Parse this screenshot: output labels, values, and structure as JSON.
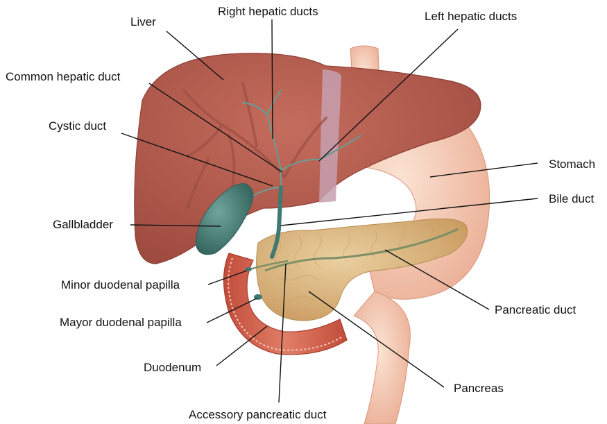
{
  "diagram": {
    "labels": {
      "liver": "Liver",
      "right_hepatic_ducts": "Right hepatic ducts",
      "left_hepatic_ducts": "Left hepatic ducts",
      "common_hepatic_duct": "Common hepatic duct",
      "cystic_duct": "Cystic duct",
      "stomach": "Stomach",
      "bile_duct": "Bile duct",
      "gallbladder": "Gallbladder",
      "minor_duodenal_papilla": "Minor duodenal papilla",
      "mayor_duodenal_papilla": "Mayor duodenal papilla",
      "pancreatic_duct": "Pancreatic duct",
      "duodenum": "Duodenum",
      "pancreas": "Pancreas",
      "accessory_pancreatic_duct": "Accessory pancreatic duct"
    },
    "colors": {
      "liver": "#b65a4c",
      "liver_dark": "#8e3f36",
      "liver_ligament": "#c7a0b0",
      "stomach": "#f3c9b3",
      "duodenum": "#d86a52",
      "gallbladder": "#3f7a72",
      "pancreas": "#d9b078",
      "duct": "#4a8a80",
      "leader_line": "#111111"
    }
  }
}
